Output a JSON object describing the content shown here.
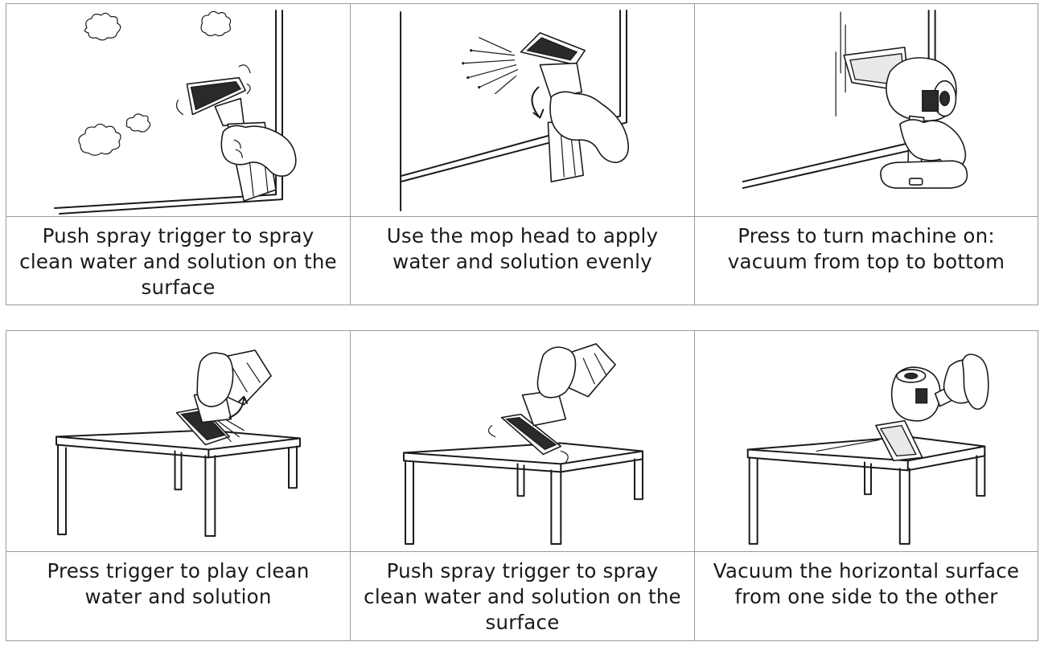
{
  "steps_top": [
    {
      "caption": "Push spray trigger to spray clean water and solution on the surface",
      "illustration": "spray-window-illustration"
    },
    {
      "caption": "Use the mop head to apply water and solution evenly",
      "illustration": "mop-window-illustration"
    },
    {
      "caption": "Press to turn machine on: vacuum from top to bottom",
      "illustration": "vacuum-window-illustration"
    }
  ],
  "steps_bottom": [
    {
      "caption": "Press trigger to play clean water and solution",
      "illustration": "spray-table-illustration"
    },
    {
      "caption": "Push spray trigger to spray clean water and solution on the surface",
      "illustration": "mop-table-illustration"
    },
    {
      "caption": "Vacuum the horizontal surface from one side to the other",
      "illustration": "vacuum-table-illustration"
    }
  ]
}
